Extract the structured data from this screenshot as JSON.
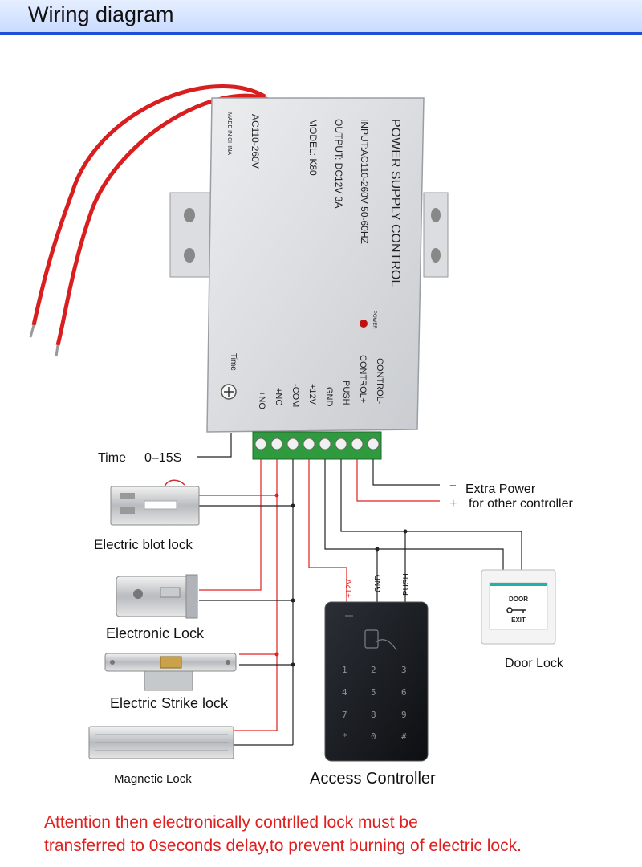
{
  "header": {
    "title": "Wiring diagram"
  },
  "power_supply": {
    "title": "POWER SUPPLY CONTROL",
    "input": "INPUT:AC110-260V 50-60HZ",
    "output": "OUTPUT: DC12V 3A",
    "model": "MODEL: K80",
    "voltage": "AC110-260V",
    "origin": "MADE IN CHINA",
    "power_led": "POWER",
    "time_label": "Time",
    "terminals": [
      "+NO",
      "+NC",
      "-COM",
      "+12V",
      "GND",
      "PUSH",
      "CONTROL+",
      "CONTROL-"
    ]
  },
  "time_setting": {
    "label": "Time",
    "range": "0–15S"
  },
  "extra_power": {
    "minus_sign": "−",
    "minus_label": "Extra Power",
    "plus_sign": "+",
    "plus_label": "for other controller"
  },
  "locks": [
    {
      "label": "Electric blot lock"
    },
    {
      "label": "Electronic Lock"
    },
    {
      "label": "Electric Strike lock"
    },
    {
      "label": "Magnetic Lock"
    }
  ],
  "access_controller": {
    "label": "Access Controller",
    "wire_12v": "+12V",
    "wire_gnd": "GND",
    "wire_push": "PUSH",
    "keys": [
      "1",
      "2",
      "3",
      "4",
      "5",
      "6",
      "7",
      "8",
      "9",
      "*",
      "0",
      "#"
    ]
  },
  "door_button": {
    "line1": "DOOR",
    "line2": "EXIT",
    "label": "Door Lock"
  },
  "note": {
    "line1": "Attention then electronically contrlled lock must be",
    "line2": "transferred to 0seconds delay,to prevent burning of electric lock."
  },
  "colors": {
    "accent": "#1e4fd6",
    "warning": "#e01f1f",
    "wire_red": "#e02020"
  }
}
